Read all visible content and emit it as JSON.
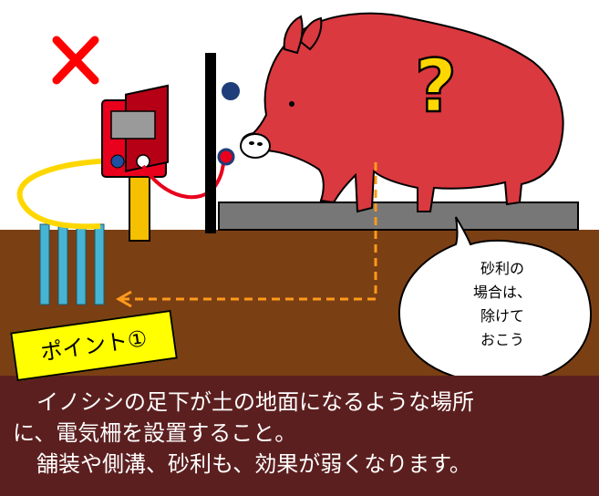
{
  "bubble_lines": [
    "砂利の",
    "場合は、",
    "除けて",
    "おこう"
  ],
  "point_label": "ポイント①",
  "question_mark": "?",
  "caption_lines": [
    "イノシシの足下が土の地面になるような場所",
    "に、電気柵を設置すること。",
    "舗装や側溝、砂利も、効果が弱くなります。"
  ],
  "colors": {
    "soil": "#7b3f14",
    "caption_bg": "#5c1f1f",
    "boar": "#d9393f",
    "gravel": "#777777",
    "label_bg": "#ffff00",
    "energizer": "#e8001c"
  },
  "icons": {
    "cross_mark": "x-mark-icon",
    "question": "question-mark-icon"
  }
}
